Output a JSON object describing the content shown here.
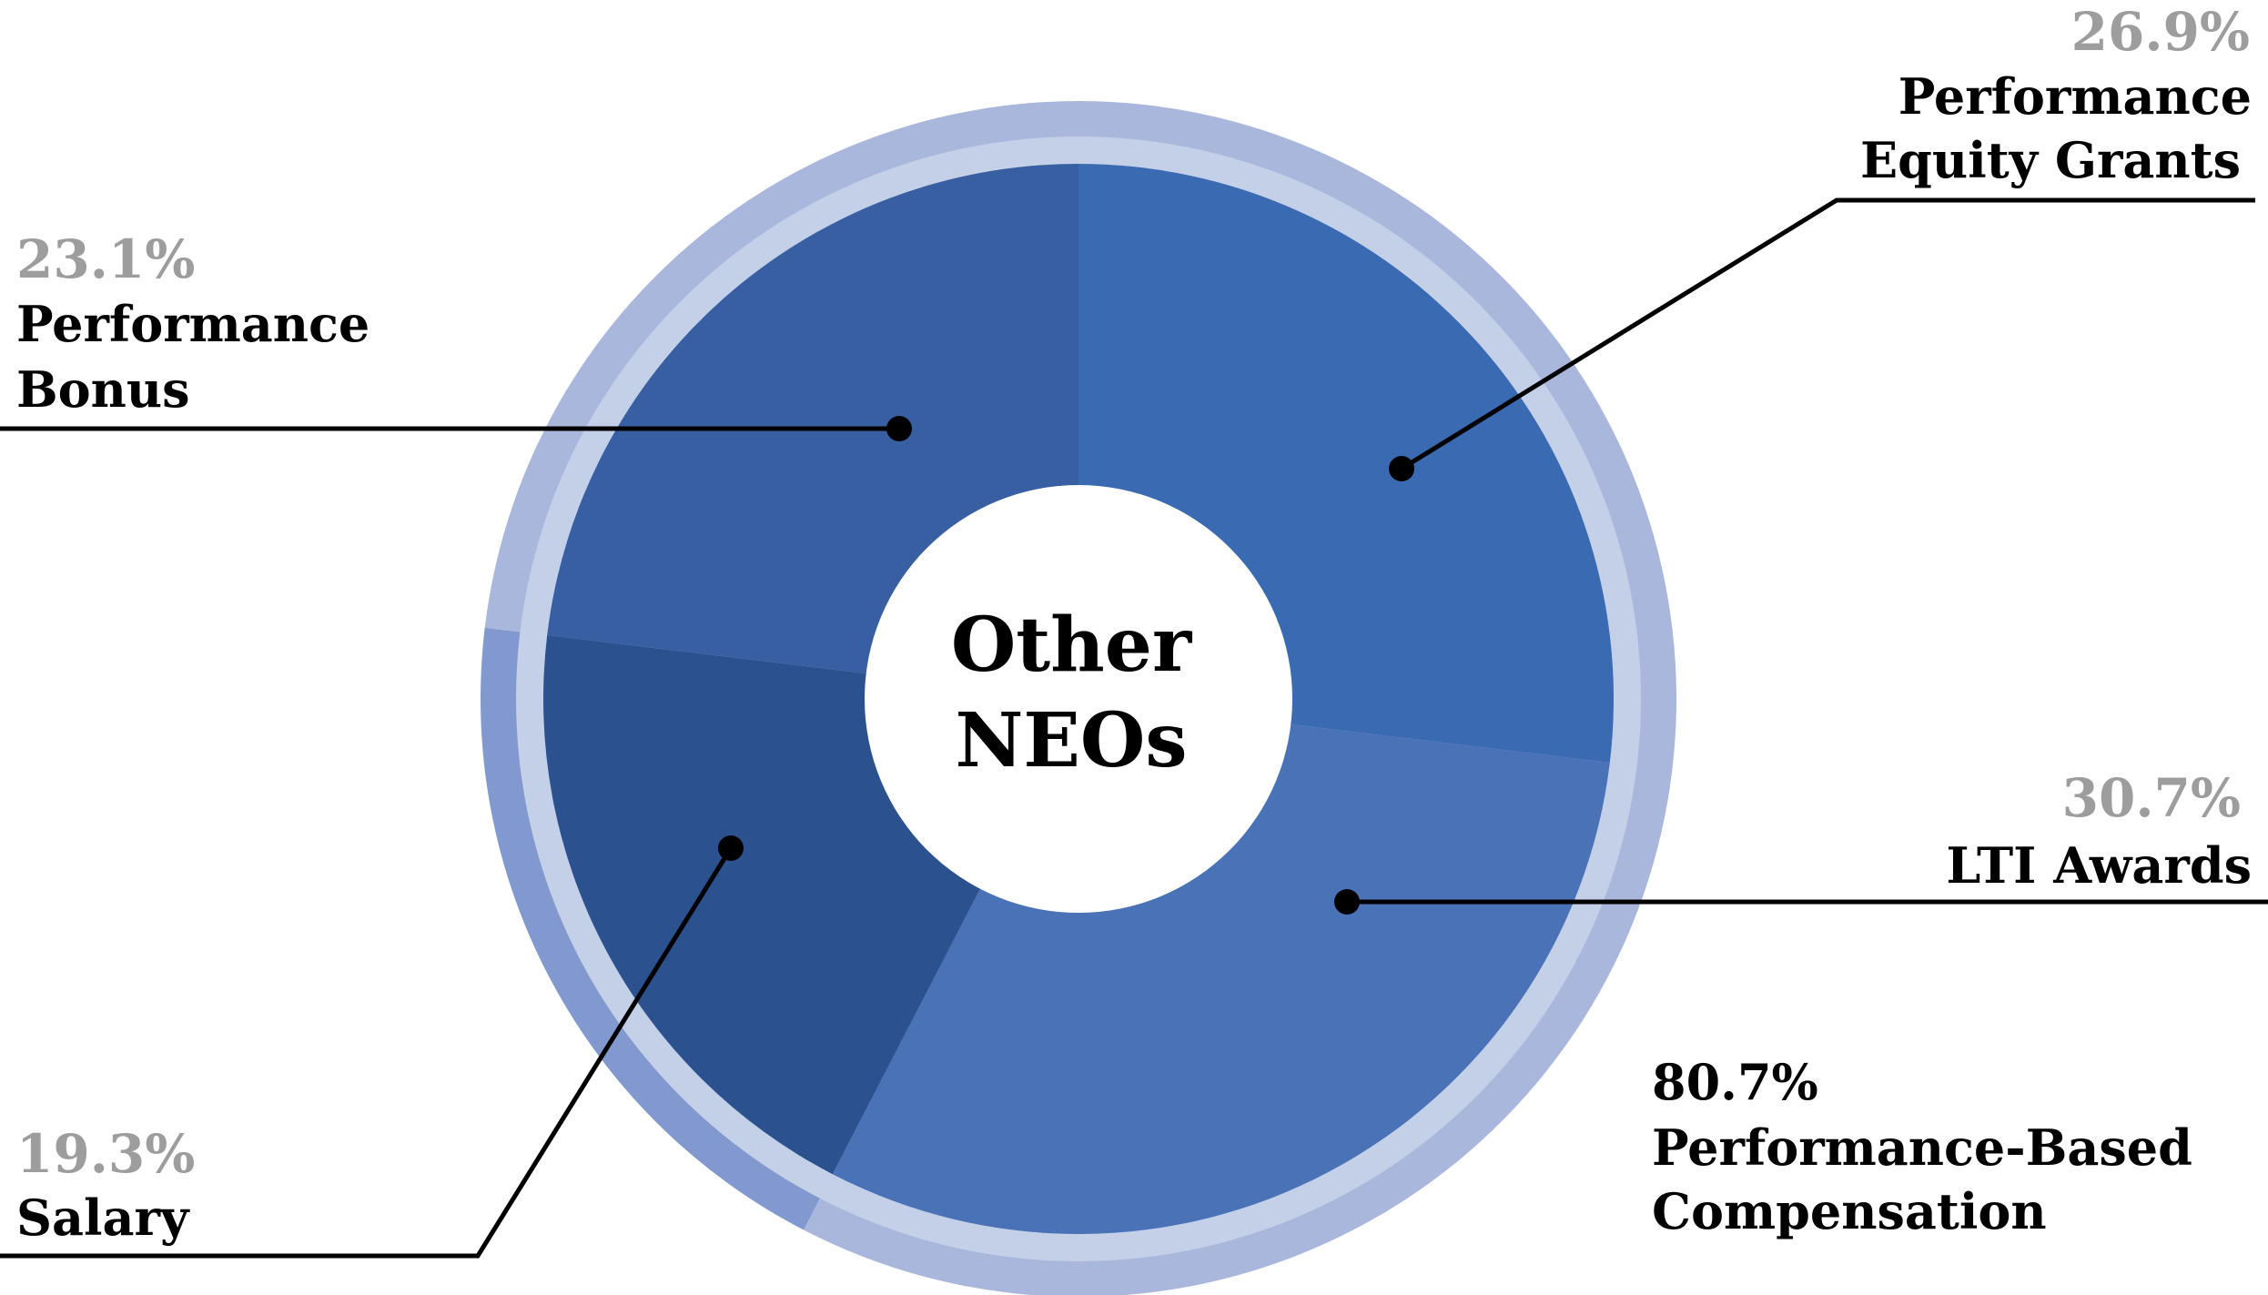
{
  "chart_data": {
    "type": "pie",
    "title": "Other NEOs",
    "center_label_lines": [
      "Other",
      "NEOs"
    ],
    "slices": [
      {
        "label_lines": [
          "Performance",
          "Equity Grants"
        ],
        "value": 26.9,
        "value_label": "26.9%",
        "color": "#3a6ab2"
      },
      {
        "label_lines": [
          "LTI Awards"
        ],
        "value": 30.7,
        "value_label": "30.7%",
        "color": "#4a72b7"
      },
      {
        "label_lines": [
          "Salary"
        ],
        "value": 19.3,
        "value_label": "19.3%",
        "color": "#2b518e"
      },
      {
        "label_lines": [
          "Performance",
          "Bonus"
        ],
        "value": 23.1,
        "value_label": "23.1%",
        "color": "#375fa2"
      }
    ],
    "outer_ring": {
      "segments": [
        {
          "label": "Performance-Based Compensation",
          "value": 80.7,
          "color": "#a9b7dc"
        },
        {
          "label": "Salary",
          "value": 19.3,
          "color": "#8299cf"
        }
      ],
      "inner_band_color": "#c4cfe8"
    },
    "summary": {
      "value_label": "80.7%",
      "label_lines": [
        "Performance-Based",
        "Compensation"
      ]
    }
  }
}
